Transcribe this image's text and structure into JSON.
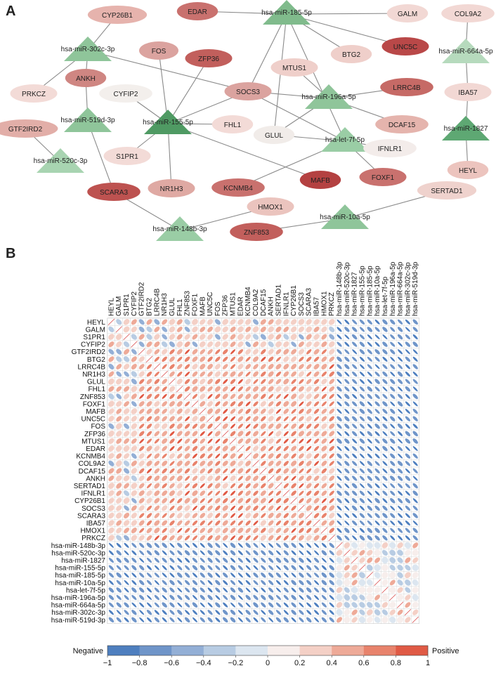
{
  "panel_a": {
    "letter": "A",
    "nodes": [
      {
        "id": "CYP26B1",
        "label": "CYP26B1",
        "kind": "gene",
        "color": "#e6b3ad"
      },
      {
        "id": "EDAR",
        "label": "EDAR",
        "kind": "gene",
        "color": "#c9716e"
      },
      {
        "id": "miR185",
        "label": "hsa-miR-185-5p",
        "kind": "mirna",
        "color": "#80bb8c"
      },
      {
        "id": "GALM",
        "label": "GALM",
        "kind": "gene",
        "color": "#f2d8d4"
      },
      {
        "id": "COL9A2",
        "label": "COL9A2",
        "kind": "gene",
        "color": "#f2d8d4"
      },
      {
        "id": "miR302c",
        "label": "hsa-miR-302c-3p",
        "kind": "mirna",
        "color": "#8fc59a"
      },
      {
        "id": "miR664a",
        "label": "hsa-miR-664a-5p",
        "kind": "mirna",
        "color": "#b6dabd"
      },
      {
        "id": "FOS",
        "label": "FOS",
        "kind": "gene",
        "color": "#dba39f"
      },
      {
        "id": "ZFP36",
        "label": "ZFP36",
        "kind": "gene",
        "color": "#c25f5c"
      },
      {
        "id": "BTG2",
        "label": "BTG2",
        "kind": "gene",
        "color": "#efcfca"
      },
      {
        "id": "UNC5C",
        "label": "UNC5C",
        "kind": "gene",
        "color": "#b94848"
      },
      {
        "id": "MTUS1",
        "label": "MTUS1",
        "kind": "gene",
        "color": "#efcfca"
      },
      {
        "id": "ANKH",
        "label": "ANKH",
        "kind": "gene",
        "color": "#cf8682"
      },
      {
        "id": "PRKCZ",
        "label": "PRKCZ",
        "kind": "gene",
        "color": "#f3dbd7"
      },
      {
        "id": "CYFIP2",
        "label": "CYFIP2",
        "kind": "gene",
        "color": "#f3efec"
      },
      {
        "id": "SOCS3",
        "label": "SOCS3",
        "kind": "gene",
        "color": "#dba39f"
      },
      {
        "id": "miR196a",
        "label": "hsa-miR-196a-5p",
        "kind": "mirna",
        "color": "#8fc59a"
      },
      {
        "id": "LRRC4B",
        "label": "LRRC4B",
        "kind": "gene",
        "color": "#c66a66"
      },
      {
        "id": "IBA57",
        "label": "IBA57",
        "kind": "gene",
        "color": "#f2d8d4"
      },
      {
        "id": "miR519d",
        "label": "hsa-miR-519d-3p",
        "kind": "mirna",
        "color": "#8fc59a"
      },
      {
        "id": "miR155",
        "label": "hsa-miR-155-5p",
        "kind": "mirna",
        "color": "#4f9a63"
      },
      {
        "id": "FHL1",
        "label": "FHL1",
        "kind": "gene",
        "color": "#f3dbd7"
      },
      {
        "id": "GLUL",
        "label": "GLUL",
        "kind": "gene",
        "color": "#f1ece9"
      },
      {
        "id": "DCAF15",
        "label": "DCAF15",
        "kind": "gene",
        "color": "#e5b4ad"
      },
      {
        "id": "miR1827",
        "label": "hsa-miR-1827",
        "kind": "mirna",
        "color": "#5ea873"
      },
      {
        "id": "GTF2IRD2",
        "label": "GTF2IRD2",
        "kind": "gene",
        "color": "#e2aea8"
      },
      {
        "id": "miRlet7f",
        "label": "hsa-let-7f-5p",
        "kind": "mirna",
        "color": "#9acda5"
      },
      {
        "id": "IFNLR1",
        "label": "IFNLR1",
        "kind": "gene",
        "color": "#f3ecea"
      },
      {
        "id": "miR520c",
        "label": "hsa-miR-520c-3p",
        "kind": "mirna",
        "color": "#a8d4b1"
      },
      {
        "id": "S1PR1",
        "label": "S1PR1",
        "kind": "gene",
        "color": "#f3dbd7"
      },
      {
        "id": "HEYL",
        "label": "HEYL",
        "kind": "gene",
        "color": "#ecc4be"
      },
      {
        "id": "SCARA3",
        "label": "SCARA3",
        "kind": "gene",
        "color": "#bd5250"
      },
      {
        "id": "NR1H3",
        "label": "NR1H3",
        "kind": "gene",
        "color": "#dfa9a3"
      },
      {
        "id": "KCNMB4",
        "label": "KCNMB4",
        "kind": "gene",
        "color": "#c9716e"
      },
      {
        "id": "MAFB",
        "label": "MAFB",
        "kind": "gene",
        "color": "#b44141"
      },
      {
        "id": "FOXF1",
        "label": "FOXF1",
        "kind": "gene",
        "color": "#c9716e"
      },
      {
        "id": "SERTAD1",
        "label": "SERTAD1",
        "kind": "gene",
        "color": "#efd2cd"
      },
      {
        "id": "HMOX1",
        "label": "HMOX1",
        "kind": "gene",
        "color": "#ebc4be"
      },
      {
        "id": "miR10a",
        "label": "hsa-miR-10a-5p",
        "kind": "mirna",
        "color": "#8fc59a"
      },
      {
        "id": "miR148b",
        "label": "hsa-miR-148b-3p",
        "kind": "mirna",
        "color": "#9acda5"
      },
      {
        "id": "ZNF853",
        "label": "ZNF853",
        "kind": "gene",
        "color": "#c25f5c"
      }
    ],
    "edges": [
      [
        "miR302c",
        "CYP26B1"
      ],
      [
        "miR302c",
        "ANKH"
      ],
      [
        "miR302c",
        "PRKCZ"
      ],
      [
        "miR302c",
        "SOCS3"
      ],
      [
        "miR185",
        "EDAR"
      ],
      [
        "miR185",
        "GALM"
      ],
      [
        "miR185",
        "UNC5C"
      ],
      [
        "miR185",
        "BTG2"
      ],
      [
        "miR185",
        "SOCS3"
      ],
      [
        "miR185",
        "GLUL"
      ],
      [
        "miR185",
        "miRlet7f"
      ],
      [
        "miR664a",
        "COL9A2"
      ],
      [
        "miR664a",
        "IBA57"
      ],
      [
        "miR1827",
        "IBA57"
      ],
      [
        "miR1827",
        "HEYL"
      ],
      [
        "miR155",
        "FOS"
      ],
      [
        "miR155",
        "ZFP36"
      ],
      [
        "miR155",
        "CYFIP2"
      ],
      [
        "miR155",
        "SOCS3"
      ],
      [
        "miR155",
        "FHL1"
      ],
      [
        "miR155",
        "S1PR1"
      ],
      [
        "miR155",
        "NR1H3"
      ],
      [
        "miR155",
        "MAFB"
      ],
      [
        "miR519d",
        "ANKH"
      ],
      [
        "miR519d",
        "SCARA3"
      ],
      [
        "miR196a",
        "MTUS1"
      ],
      [
        "miR196a",
        "SOCS3"
      ],
      [
        "miR196a",
        "LRRC4B"
      ],
      [
        "miR196a",
        "DCAF15"
      ],
      [
        "miR196a",
        "GLUL"
      ],
      [
        "miRlet7f",
        "GLUL"
      ],
      [
        "miRlet7f",
        "IFNLR1"
      ],
      [
        "miRlet7f",
        "FOXF1"
      ],
      [
        "miRlet7f",
        "KCNMB4"
      ],
      [
        "miRlet7f",
        "SOCS3"
      ],
      [
        "miR520c",
        "GTF2IRD2"
      ],
      [
        "miR148b",
        "SCARA3"
      ],
      [
        "miR148b",
        "HMOX1"
      ],
      [
        "miR10a",
        "SERTAD1"
      ],
      [
        "miR10a",
        "ZNF853"
      ]
    ]
  },
  "panel_b": {
    "letter": "B",
    "genes": [
      "HEYL",
      "GALM",
      "S1PR1",
      "CYFIP2",
      "GTF2IRD2",
      "BTG2",
      "LRRC4B",
      "NR1H3",
      "GLUL",
      "FHL1",
      "ZNF853",
      "FOXF1",
      "MAFB",
      "UNC5C",
      "FOS",
      "ZFP36",
      "MTUS1",
      "EDAR",
      "KCNMB4",
      "COL9A2",
      "DCAF15",
      "ANKH",
      "SERTAD1",
      "IFNLR1",
      "CYP26B1",
      "SOCS3",
      "SCARA3",
      "IBA57",
      "HMOX1",
      "PRKCZ"
    ],
    "mirnas": [
      "hsa-miR-148b-3p",
      "hsa-miR-520c-3p",
      "hsa-miR-1827",
      "hsa-miR-155-5p",
      "hsa-miR-185-5p",
      "hsa-miR-10a-5p",
      "hsa-let-7f-5p",
      "hsa-miR-196a-5p",
      "hsa-miR-664a-5p",
      "hsa-miR-302c-3p",
      "hsa-miR-519d-3p"
    ],
    "colorbar": {
      "negative_label": "Negative",
      "positive_label": "Positive",
      "ticks": [
        "−1",
        "−0.8",
        "−0.6",
        "−0.4",
        "−0.2",
        "0",
        "0.2",
        "0.4",
        "0.6",
        "0.8",
        "1"
      ],
      "colors": [
        "#4e7fbf",
        "#6f95c9",
        "#93afd6",
        "#b8cce3",
        "#dce6f0",
        "#f7eeec",
        "#f4d0c6",
        "#eeaa98",
        "#e8836c",
        "#e05a45"
      ]
    }
  }
}
